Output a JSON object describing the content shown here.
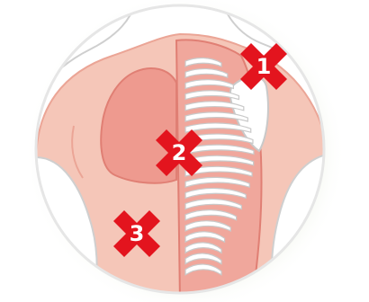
{
  "colors": {
    "background": "#ffffff",
    "halo": "#eef2e6",
    "circle_outline": "#d9d9d9",
    "skin": "#f5c6b8",
    "skin_shadow": "#eba596",
    "lung": "#ee9a8f",
    "lung_edge": "#e07f74",
    "spine_band": "#f0a79c",
    "rib": "#ffffff",
    "rib_outline": "#c9c9c9",
    "shirt": "#ffffff",
    "shirt_outline": "#cfcfcf",
    "marker": "#e3141e",
    "marker_text": "#ffffff"
  },
  "icons": {
    "marker_shape": "x-cross-icon"
  },
  "markers": [
    {
      "id": "marker-1",
      "label": "1"
    },
    {
      "id": "marker-2",
      "label": "2"
    },
    {
      "id": "marker-3",
      "label": "3"
    }
  ]
}
